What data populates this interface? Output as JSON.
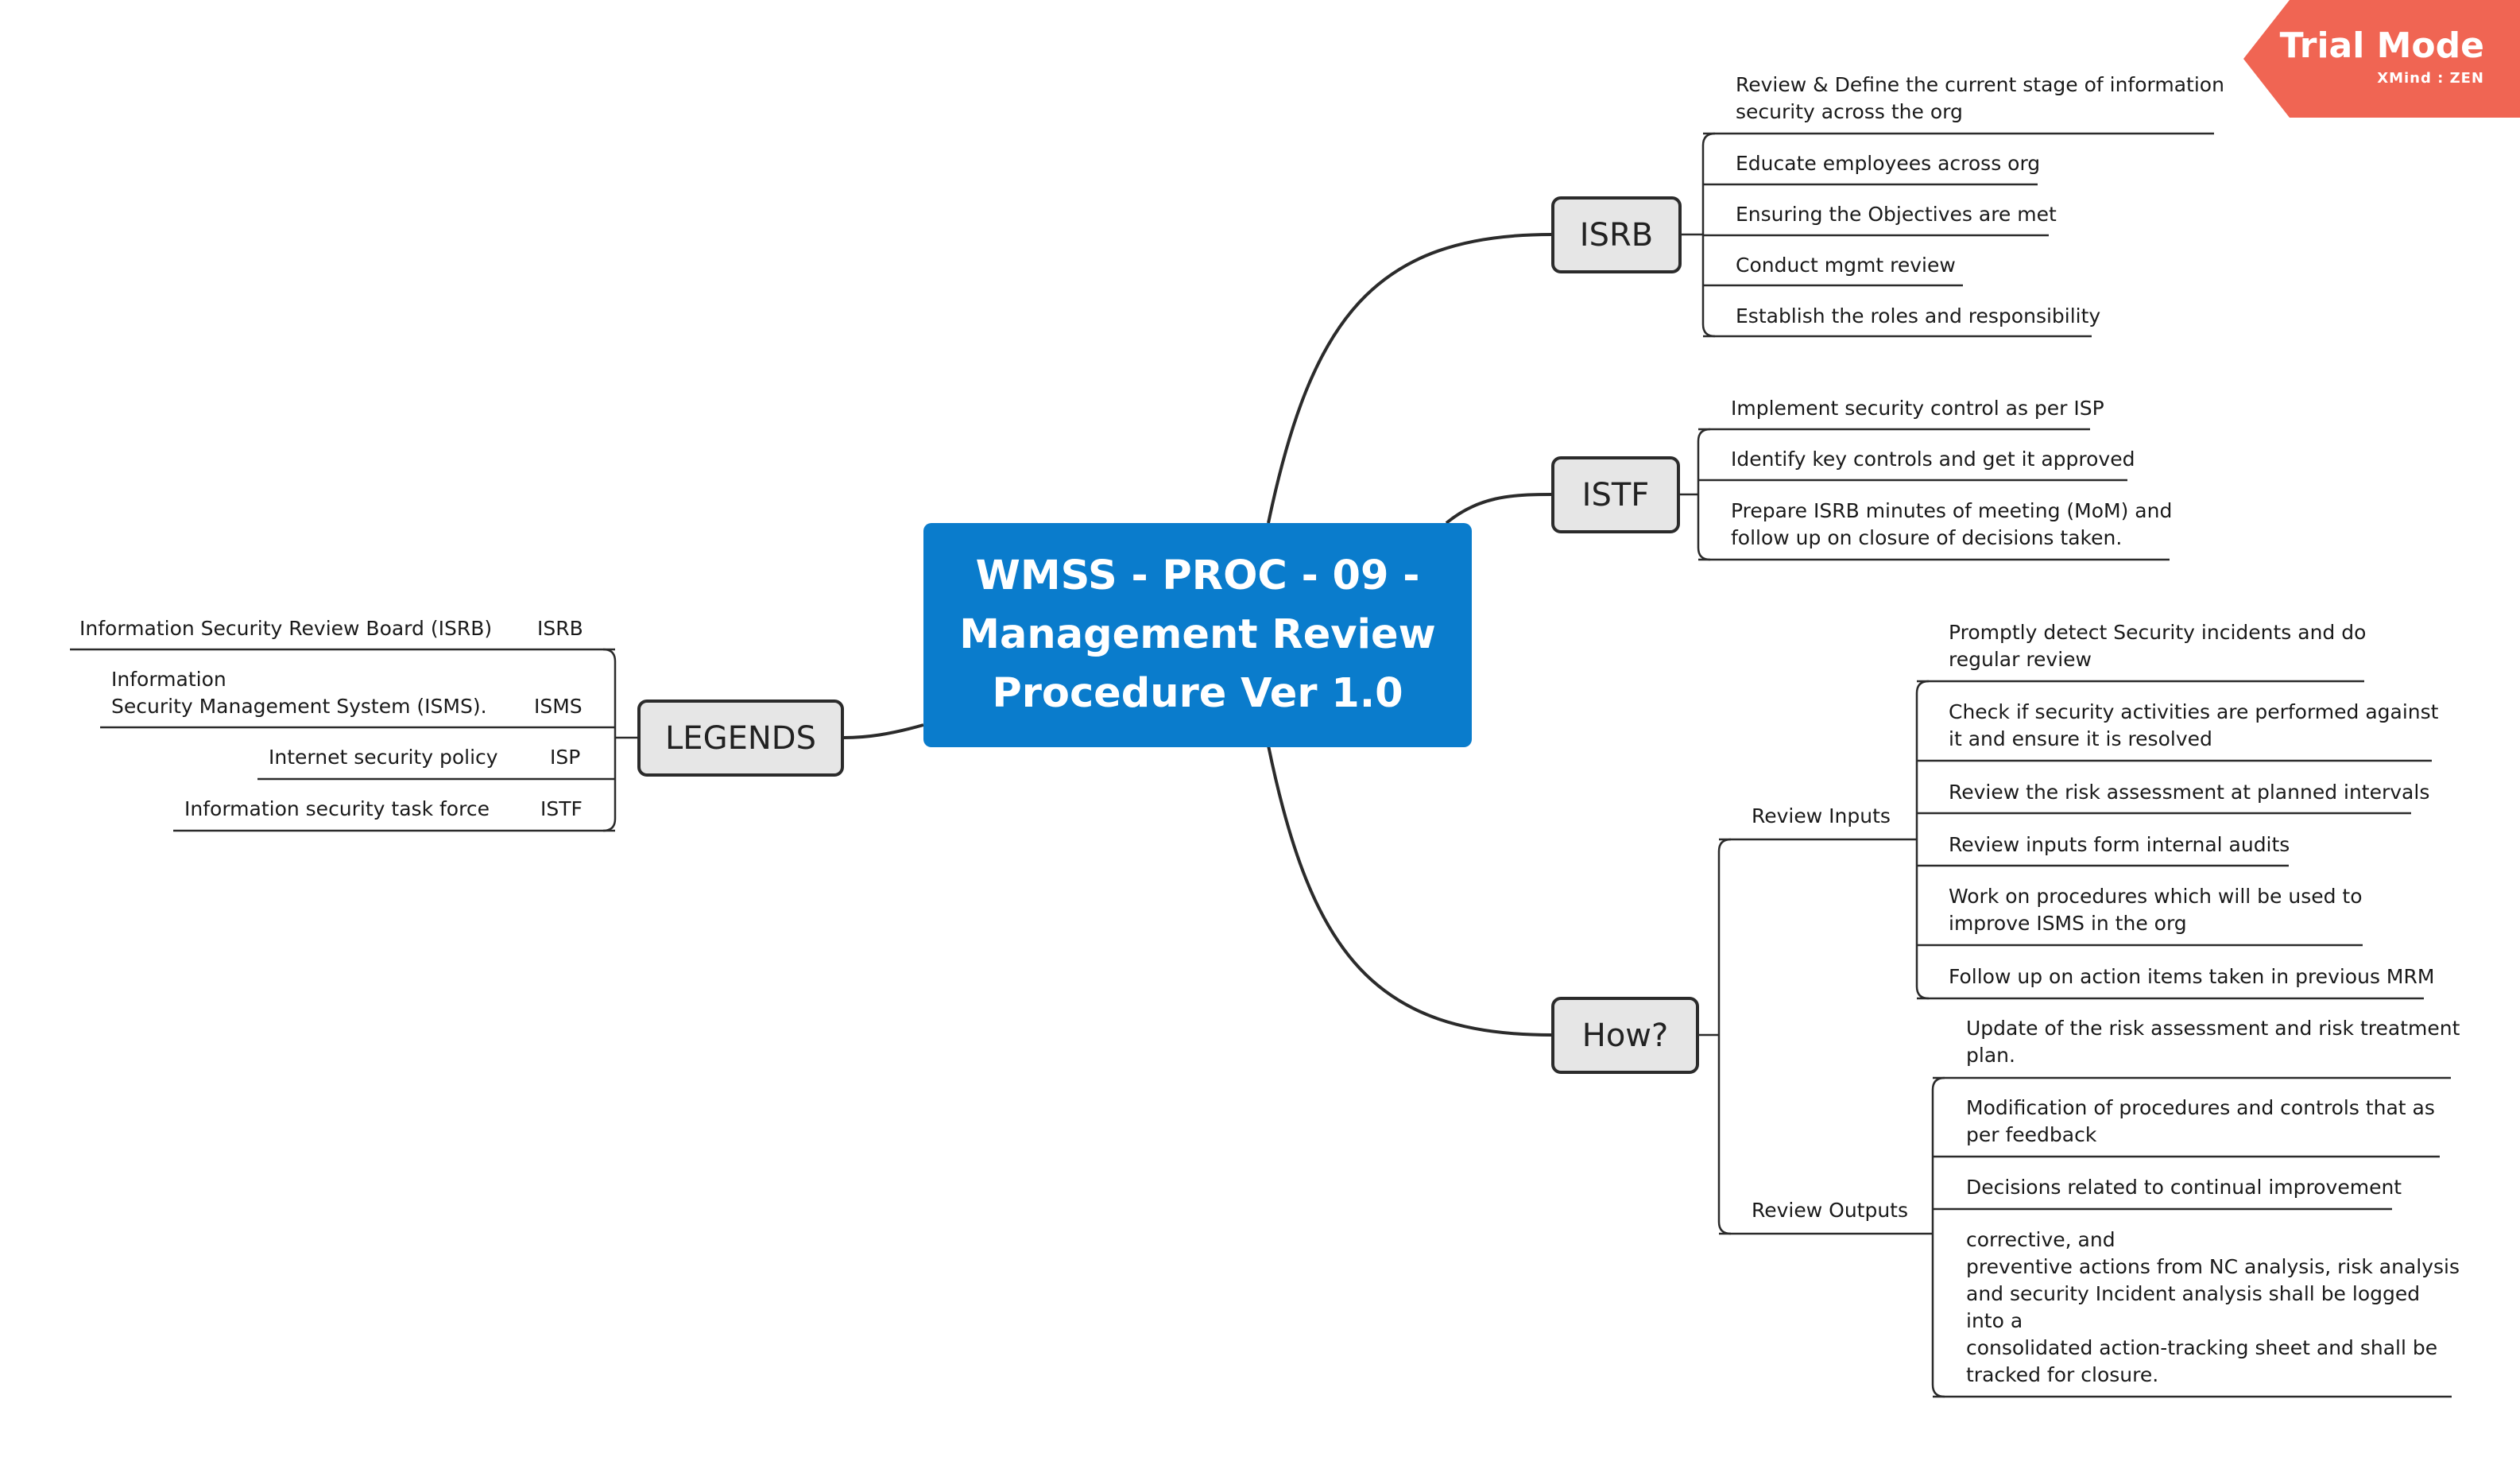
{
  "watermark": {
    "title": "Trial Mode",
    "subtitle": "XMind : ZEN",
    "color": "#f06553"
  },
  "central": {
    "text": "WMSS - PROC - 09 -\nManagement Review\nProcedure Ver 1.0",
    "color": "#0a7ccc"
  },
  "topics": {
    "isrb": {
      "label": "ISRB",
      "items": [
        "Review & Define the current stage of information\nsecurity across the org",
        "Educate employees across org",
        "Ensuring the Objectives are met",
        "Conduct mgmt review",
        "Establish the roles and responsibility"
      ]
    },
    "istf": {
      "label": "ISTF",
      "items": [
        "Implement security control as per ISP",
        "Identify key controls and get it approved",
        "Prepare ISRB minutes of meeting (MoM) and\nfollow up on closure of decisions taken."
      ]
    },
    "how": {
      "label": "How?",
      "inputs": {
        "label": "Review Inputs",
        "items": [
          "Promptly detect Security incidents and do\nregular review",
          "Check if security activities are performed against\nit and ensure it is resolved",
          "Review the risk assessment at planned intervals",
          "Review inputs form internal audits",
          "Work on procedures which will be used to\nimprove ISMS in the org",
          "Follow up on action items taken in previous MRM"
        ]
      },
      "outputs": {
        "label": "Review Outputs",
        "items": [
          "Update of the risk assessment and risk treatment\nplan.",
          "Modification of procedures and controls that as\nper feedback",
          "Decisions related to continual improvement",
          "corrective, and\npreventive actions from NC analysis, risk analysis\nand security Incident analysis shall be logged\ninto a\nconsolidated action-tracking sheet and shall be\ntracked for closure."
        ]
      }
    },
    "legends": {
      "label": "LEGENDS",
      "items": [
        {
          "abbr": "ISRB",
          "desc": "Information Security Review Board (ISRB)"
        },
        {
          "abbr": "ISMS",
          "desc": "Information\nSecurity Management System (ISMS)."
        },
        {
          "abbr": "ISP",
          "desc": "Internet security policy"
        },
        {
          "abbr": "ISTF",
          "desc": "Information security task force"
        }
      ]
    }
  }
}
